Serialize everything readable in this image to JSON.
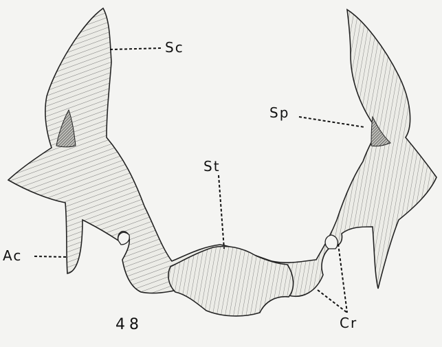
{
  "figure": {
    "number": "48",
    "labels": {
      "sc": "Sc",
      "sp": "Sp",
      "st": "St",
      "ac": "Ac",
      "cr": "Cr"
    }
  },
  "colors": {
    "background": "#f4f4f2",
    "ink": "#111111",
    "bone_fill": "#e9e9e4"
  }
}
